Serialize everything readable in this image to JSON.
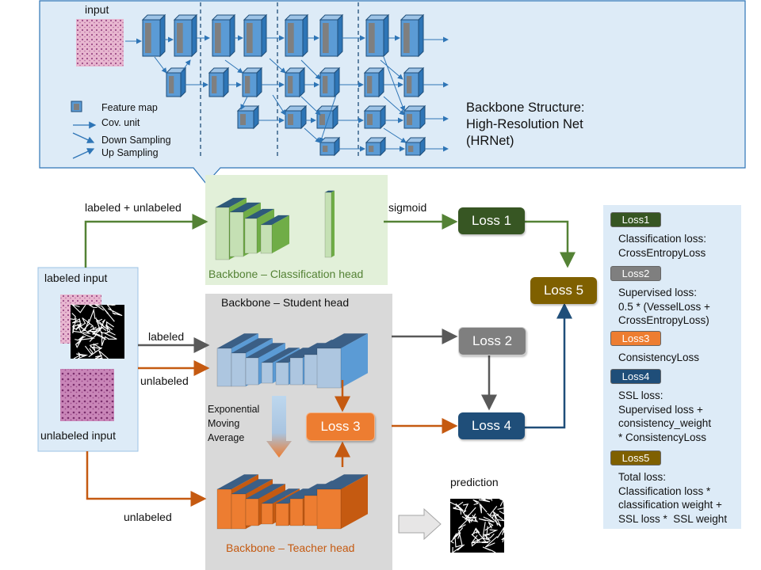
{
  "backbone_panel": {
    "input_label": "input",
    "title_lines": [
      "Backbone Structure:",
      "High-Resolution Net",
      "(HRNet)"
    ],
    "legend": [
      "Feature map",
      "Cov. unit",
      "Down Sampling",
      "Up Sampling"
    ]
  },
  "flow": {
    "labeled_unlabeled": "labeled + unlabeled",
    "sigmoid": "sigmoid",
    "labeled": "labeled",
    "unlabeled_top": "unlabeled",
    "unlabeled_bottom": "unlabeled",
    "ema": "Exponential\nMoving\nAverage",
    "prediction": "prediction"
  },
  "inputs": {
    "labeled_input": "labeled input",
    "unlabeled_input": "unlabeled input"
  },
  "heads": {
    "classification": "Backbone – Classification head",
    "student": "Backbone – Student head",
    "teacher": "Backbone – Teacher head"
  },
  "losses": {
    "loss1": "Loss 1",
    "loss2": "Loss 2",
    "loss3": "Loss 3",
    "loss4": "Loss 4",
    "loss5": "Loss 5"
  },
  "legend_panel": {
    "items": [
      {
        "tag": "Loss1",
        "color": "#375623",
        "text": "Classification loss:\nCrossEntropyLoss"
      },
      {
        "tag": "Loss2",
        "color": "#7f7f7f",
        "text": "Supervised loss:\n0.5 * (VesselLoss +\nCrossEntropyLoss)"
      },
      {
        "tag": "Loss3",
        "color": "#ed7d31",
        "text": "ConsistencyLoss"
      },
      {
        "tag": "Loss4",
        "color": "#1f4e79",
        "text": "SSL loss:\nSupervised loss +\nconsistency_weight\n* ConsistencyLoss"
      },
      {
        "tag": "Loss5",
        "color": "#7f6000",
        "text": "Total loss:\nClassification loss *\nclassification weight +\nSSL loss *  SSL weight"
      }
    ]
  },
  "colors": {
    "green": "#375623",
    "gray": "#7f7f7f",
    "orange": "#ed7d31",
    "navy": "#1f4e79",
    "olive": "#7f6000",
    "blue_block": "#5b9bd5"
  }
}
